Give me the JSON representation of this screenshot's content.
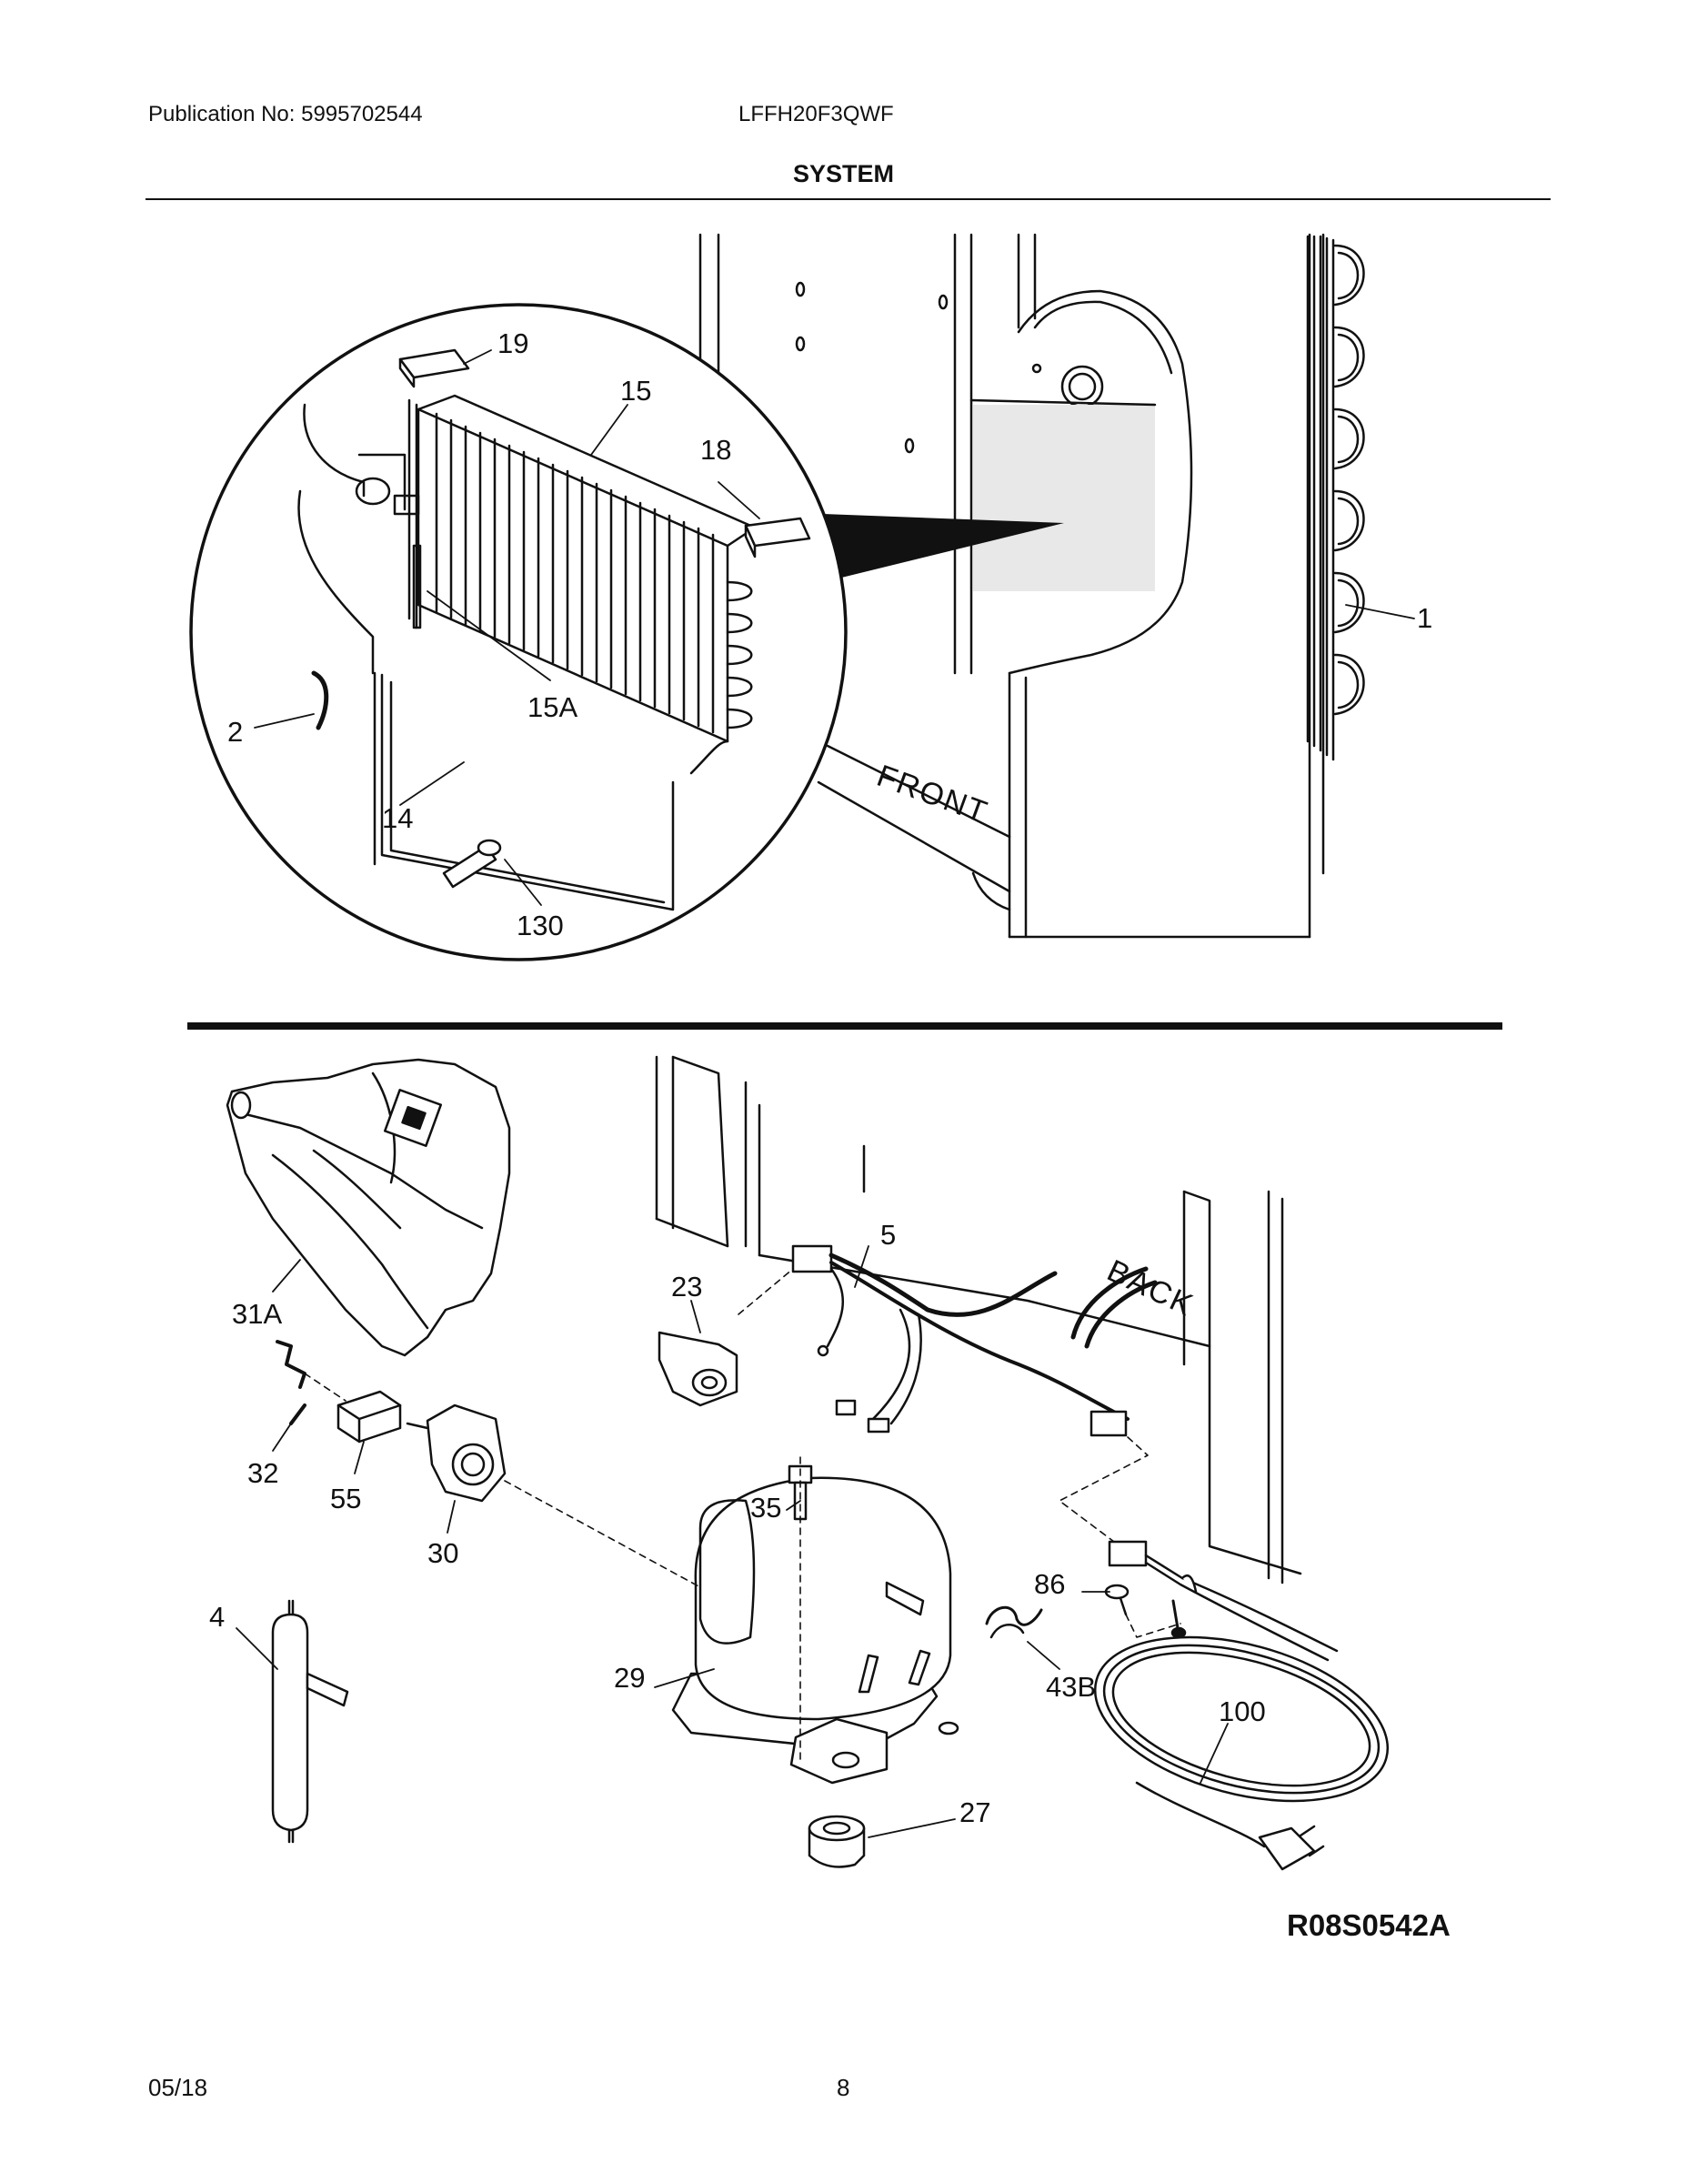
{
  "header": {
    "publication": "Publication No: 5995702544",
    "model": "LFFH20F3QWF",
    "section_title": "SYSTEM"
  },
  "diagram": {
    "labels": {
      "front": "FRONT",
      "back": "BACK",
      "reference": "R08S0542A"
    },
    "callouts": {
      "c1": "1",
      "c2": "2",
      "c14": "14",
      "c15": "15",
      "c15a": "15A",
      "c18": "18",
      "c19": "19",
      "c130": "130",
      "c4": "4",
      "c5": "5",
      "c23": "23",
      "c27": "27",
      "c29": "29",
      "c30": "30",
      "c31a": "31A",
      "c32": "32",
      "c35": "35",
      "c43b": "43B",
      "c55": "55",
      "c86": "86",
      "c100": "100"
    }
  },
  "footer": {
    "date": "05/18",
    "page": "8"
  }
}
